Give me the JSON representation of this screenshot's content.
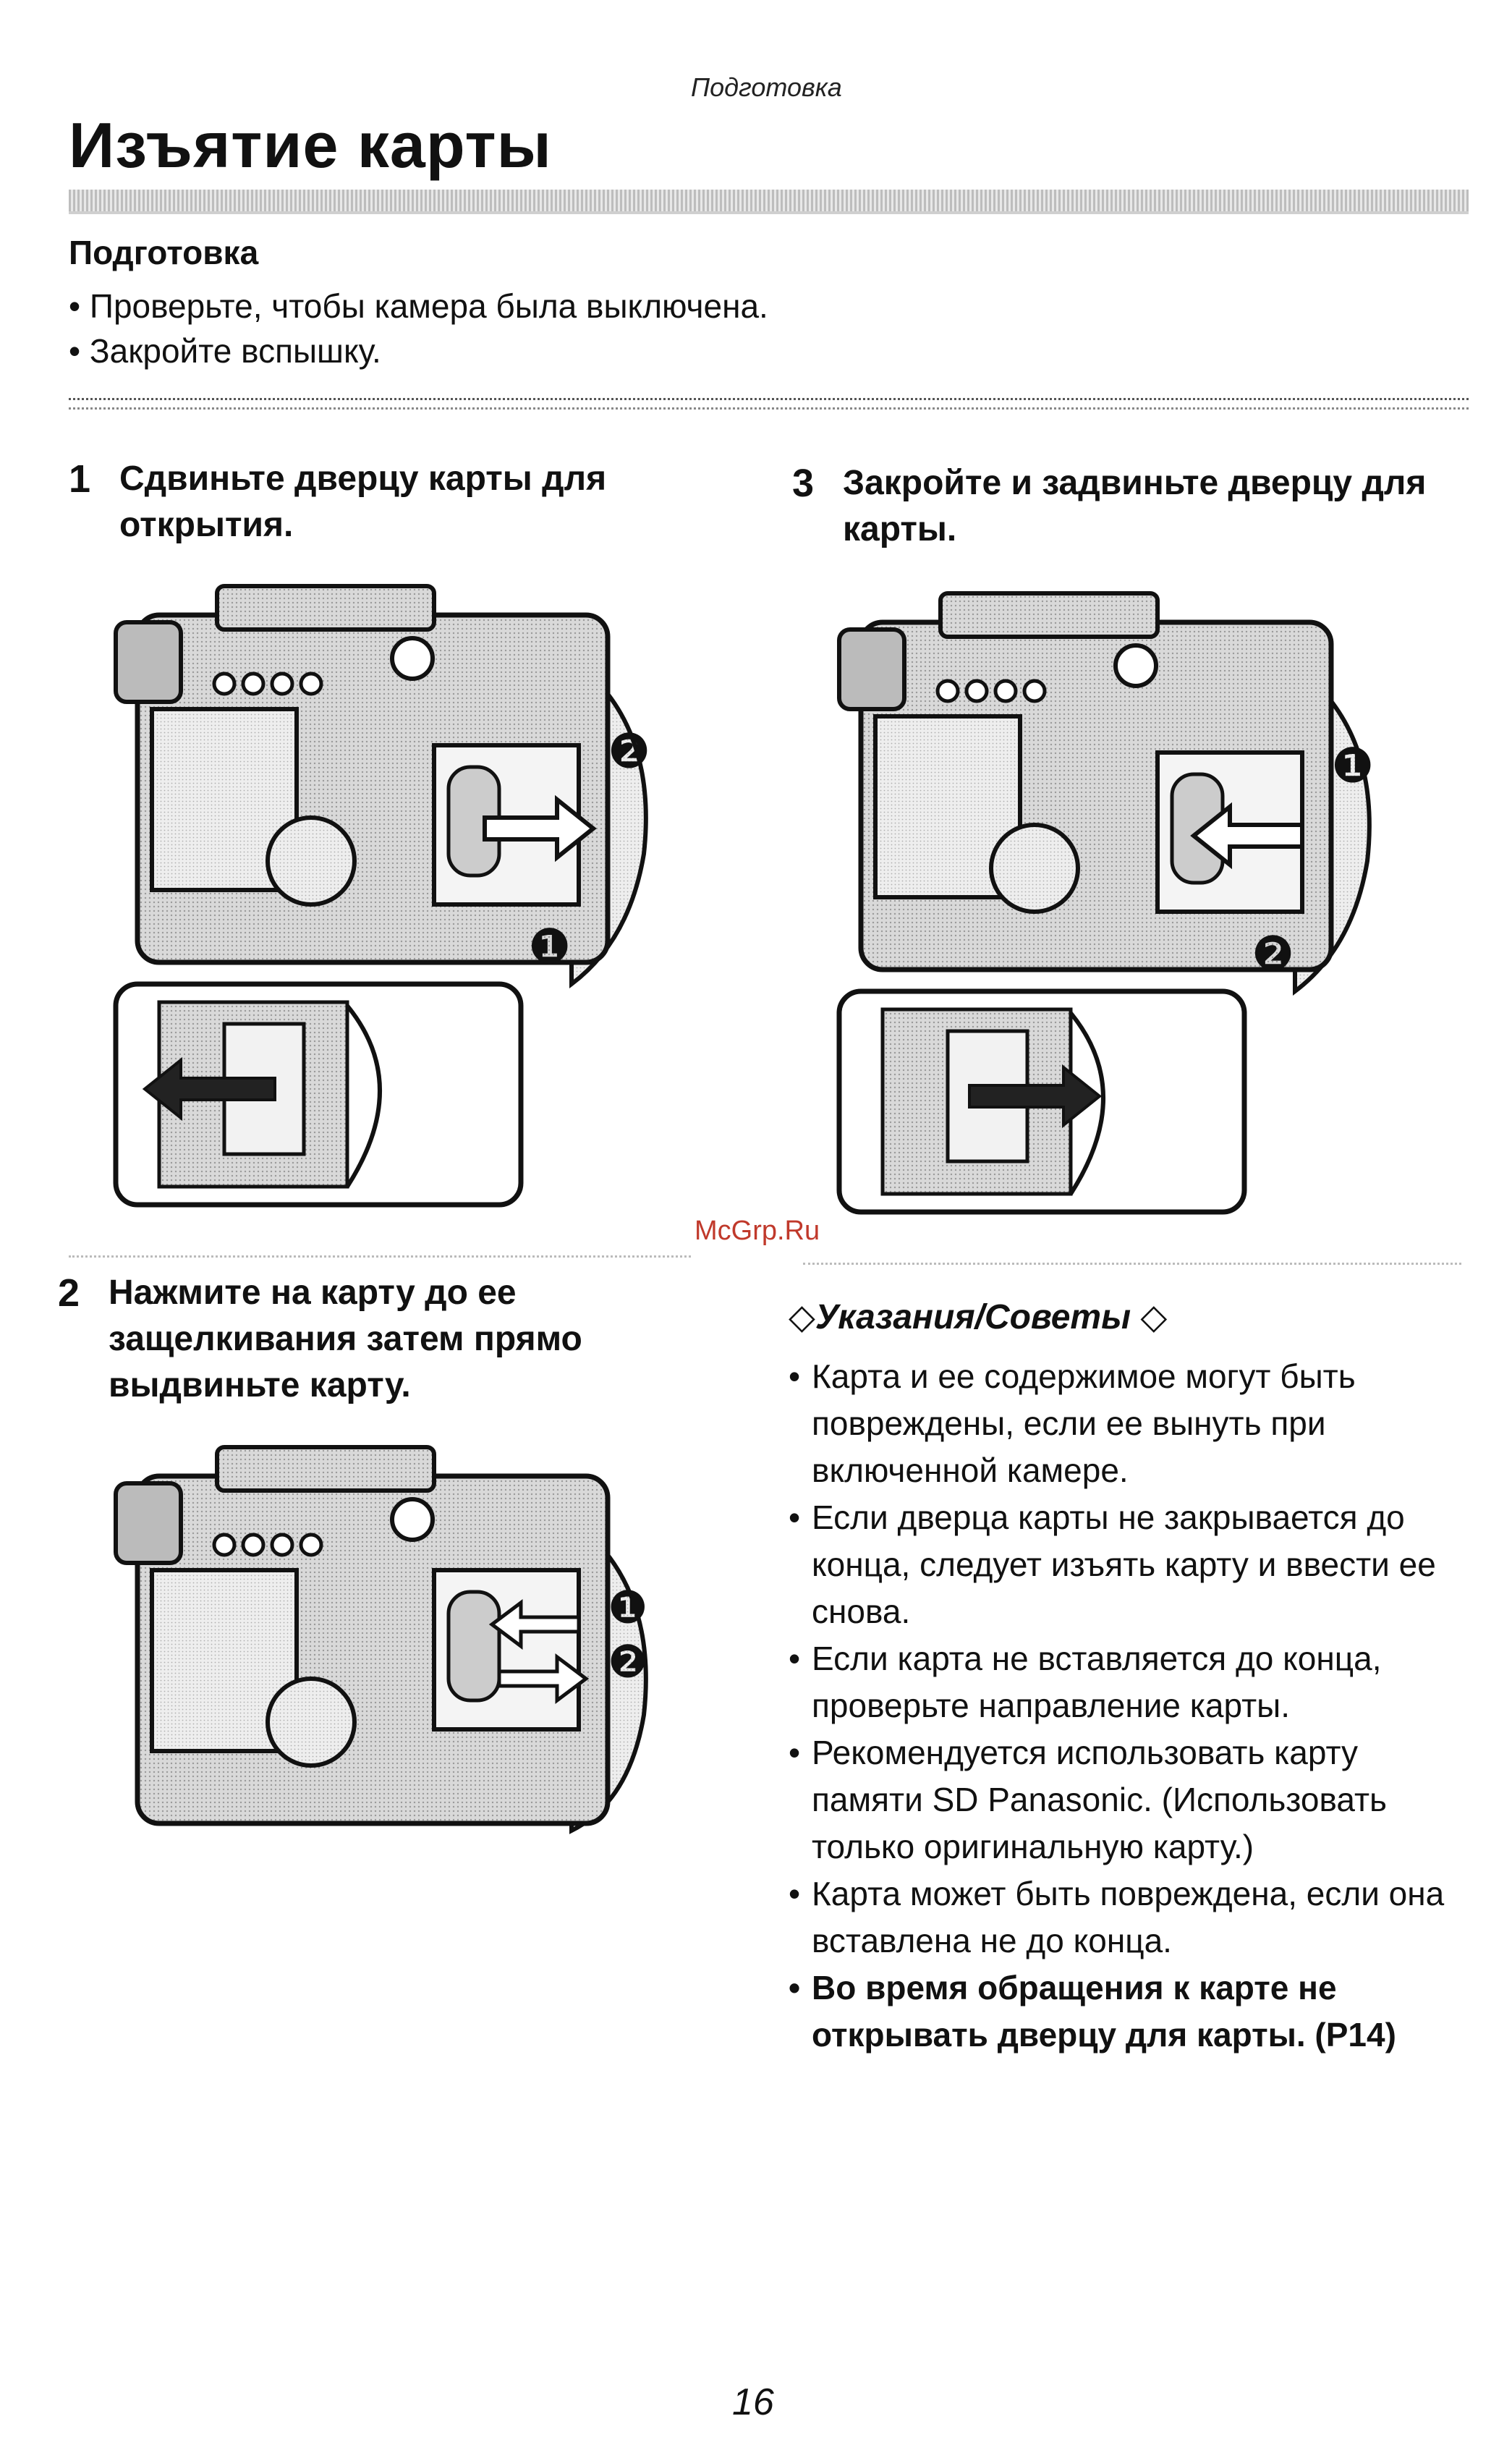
{
  "header": {
    "section_label": "Подготовка"
  },
  "title": "Изъятие карты",
  "preparation": {
    "heading": "Подготовка",
    "items": [
      "Проверьте, чтобы камера была выключена.",
      "Закройте вспышку."
    ]
  },
  "steps": [
    {
      "number": "1",
      "text": "Сдвиньте дверцу карты для открытия."
    },
    {
      "number": "2",
      "text": "Нажмите на карту до ее защелкивания затем прямо выдвиньте карту."
    },
    {
      "number": "3",
      "text": "Закройте и задвиньте дверцу для карты."
    }
  ],
  "figure_markers": {
    "step1": [
      "❷",
      "❶"
    ],
    "step2": [
      "❶",
      "❷"
    ],
    "step3": [
      "❶",
      "❷"
    ]
  },
  "watermark": "McGrp.Ru",
  "tips": {
    "heading": "◇Указания/Советы ◇",
    "items": [
      "Карта и ее содержимое могут быть повреждены, если ее вынуть при включенной камере.",
      "Если дверца карты не закрывается до конца, следует изъять карту и ввести ее снова.",
      "Если карта не вставляется до конца, проверьте направление карты.",
      "Рекомендуется использовать карту памяти SD Panasonic. (Использовать только оригинальную карту.)",
      "Карта может быть повреждена, если она вставлена не до конца.",
      "Во время обращения к карте не открывать дверцу для карты. (P14)"
    ]
  },
  "page_number": "16"
}
